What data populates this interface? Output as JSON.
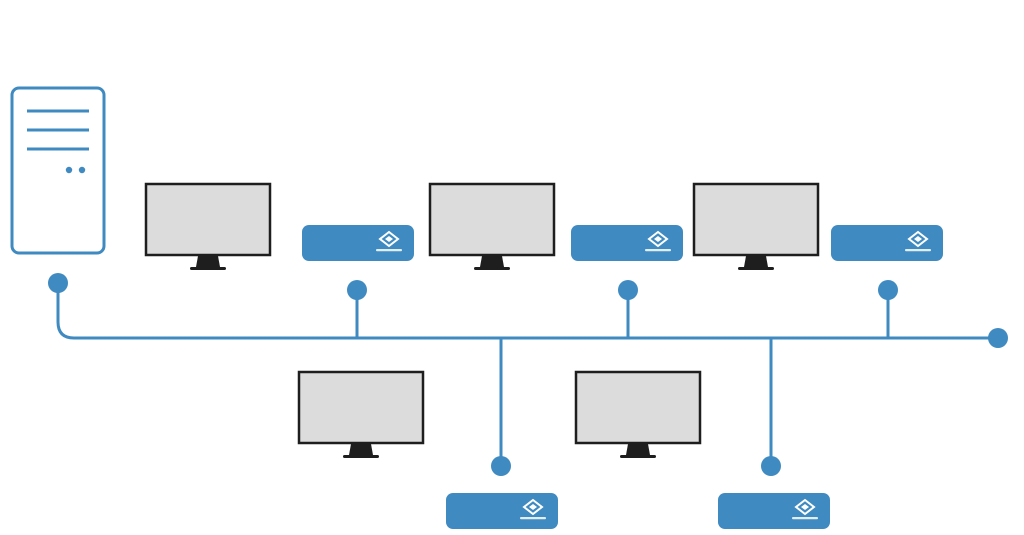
{
  "colors": {
    "line": "#3f8ac0",
    "device": "#3f8ac0",
    "monitor_frame": "#1e1e1e",
    "monitor_screen": "#dcdcdc",
    "background": "#ffffff"
  },
  "icons": {
    "server": "server-tower-icon",
    "monitor": "monitor-icon",
    "device": "zero-client-device-icon",
    "device_logo": "diamond-logo-icon",
    "node": "network-node-icon",
    "terminator": "bus-terminator-icon"
  },
  "diagram": {
    "topology": "bus",
    "server_count": 1,
    "workstations": [
      {
        "id": "ws1",
        "row": "top"
      },
      {
        "id": "ws2",
        "row": "top"
      },
      {
        "id": "ws3",
        "row": "top"
      },
      {
        "id": "ws4",
        "row": "bottom"
      },
      {
        "id": "ws5",
        "row": "bottom"
      }
    ]
  }
}
